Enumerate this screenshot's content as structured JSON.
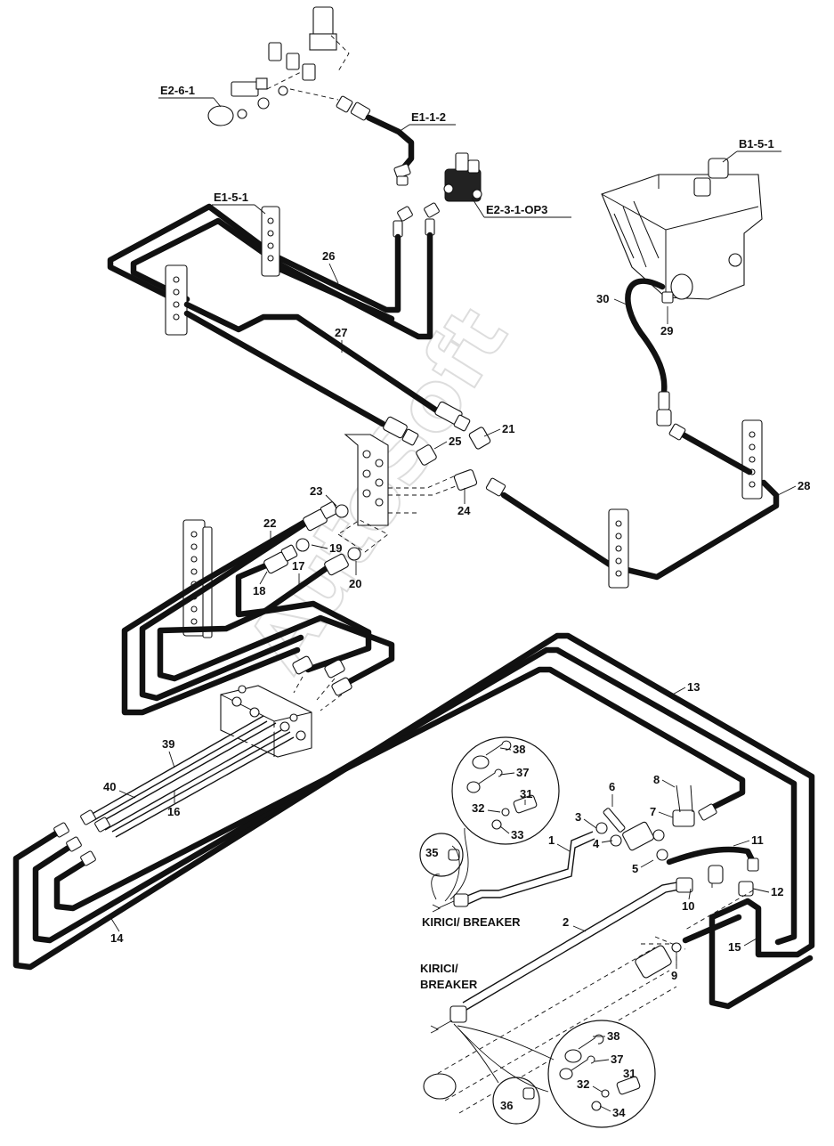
{
  "watermark": "AutoSoft",
  "references": [
    "E2-6-1",
    "E1-1-2",
    "E2-3-1-OP3",
    "E1-5-1",
    "B1-5-1"
  ],
  "part_numbers": [
    "1",
    "2",
    "3",
    "4",
    "5",
    "6",
    "7",
    "8",
    "9",
    "10",
    "11",
    "12",
    "13",
    "14",
    "15",
    "16",
    "17",
    "18",
    "19",
    "20",
    "21",
    "22",
    "23",
    "24",
    "25",
    "26",
    "27",
    "28",
    "29",
    "30",
    "31",
    "32",
    "33",
    "34",
    "35",
    "36",
    "37",
    "38",
    "39",
    "40"
  ],
  "breaker_labels": {
    "upper": "KIRICI/ BREAKER",
    "lower_line1": "KIRICI/",
    "lower_line2": "BREAKER"
  },
  "detail_upper": [
    "38",
    "37",
    "31",
    "32",
    "33"
  ],
  "detail_lower": [
    "38",
    "37",
    "31",
    "32",
    "34"
  ]
}
